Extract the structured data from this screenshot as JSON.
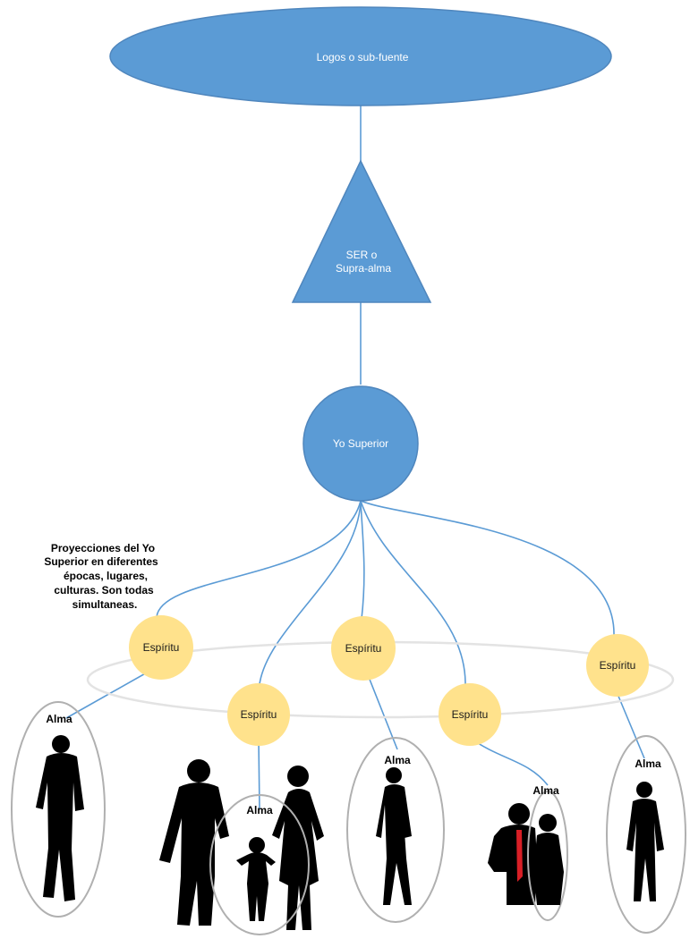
{
  "colors": {
    "node_blue": "#5b9bd5",
    "node_border": "#4f86bd",
    "spirit_yellow": "#ffe28c",
    "line_blue": "#5b9bd5",
    "alma_outline": "#b0b0b0",
    "silhouette": "#000000"
  },
  "nodes": {
    "logos": "Logos o sub-fuente",
    "ser_line1": "SER o",
    "ser_line2": "Supra-alma",
    "yo_superior": "Yo Superior"
  },
  "annotation": {
    "line1": "Proyecciones del Yo",
    "line2": "Superior en diferentes",
    "line3": "épocas, lugares,",
    "line4": "culturas. Son todas",
    "line5": "simultaneas."
  },
  "spirits": [
    {
      "label": "Espíritu"
    },
    {
      "label": "Espíritu"
    },
    {
      "label": "Espíritu"
    },
    {
      "label": "Espíritu"
    },
    {
      "label": "Espíritu"
    }
  ],
  "almas": [
    {
      "label": "Alma",
      "figure": "man-silhouette-icon"
    },
    {
      "label": "Alma",
      "figure": "family-silhouette-icon"
    },
    {
      "label": "Alma",
      "figure": "woman-silhouette-icon"
    },
    {
      "label": "Alma",
      "figure": "couple-silhouette-icon"
    },
    {
      "label": "Alma",
      "figure": "man-silhouette-icon"
    }
  ]
}
